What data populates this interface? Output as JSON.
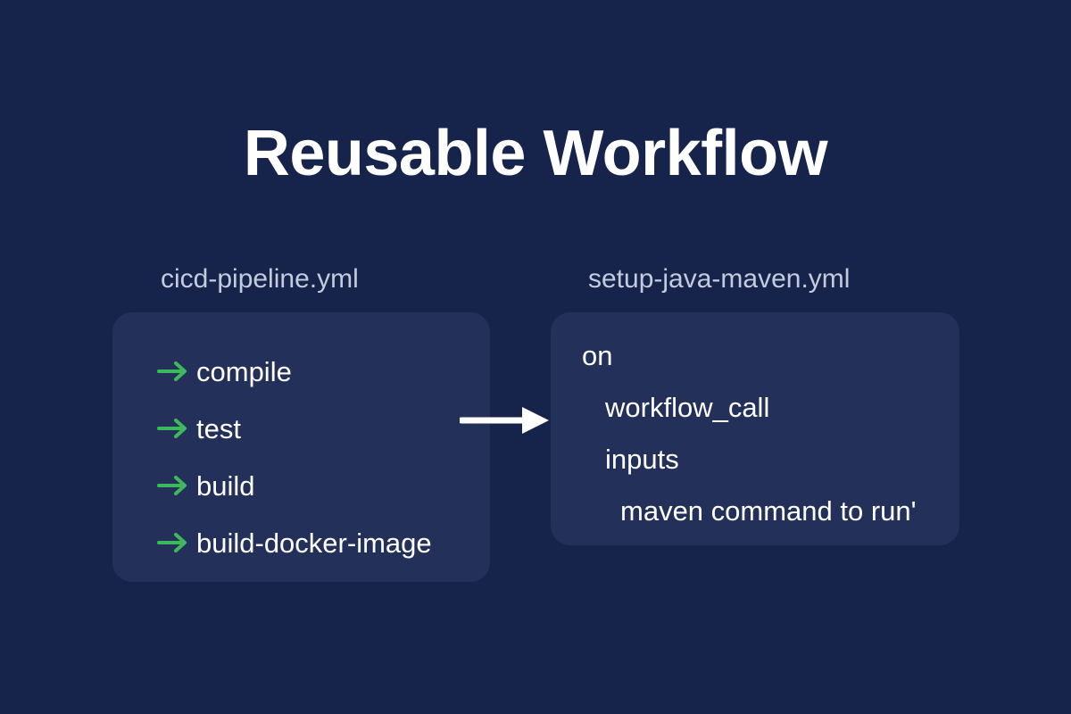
{
  "title": "Reusable Workflow",
  "theme": {
    "background": "#16244c",
    "card_background": "#23305a",
    "title_color": "#ffffff",
    "file_label_color": "#c3cbdd",
    "arrow_green": "#3cba5b",
    "connector_color": "#ffffff"
  },
  "caller": {
    "file_label": "cicd-pipeline.yml",
    "jobs": [
      {
        "icon": "arrow-right-icon",
        "name": "compile"
      },
      {
        "icon": "arrow-right-icon",
        "name": "test"
      },
      {
        "icon": "arrow-right-icon",
        "name": "build"
      },
      {
        "icon": "arrow-right-icon",
        "name": "build-docker-image"
      }
    ]
  },
  "connector": {
    "icon": "arrow-right-icon"
  },
  "called": {
    "file_label": "setup-java-maven.yml",
    "lines": [
      {
        "text": "on",
        "indent": 0
      },
      {
        "text": "workflow_call",
        "indent": 1
      },
      {
        "text": "inputs",
        "indent": 1
      },
      {
        "text": "maven command to run'",
        "indent": 2
      }
    ]
  }
}
